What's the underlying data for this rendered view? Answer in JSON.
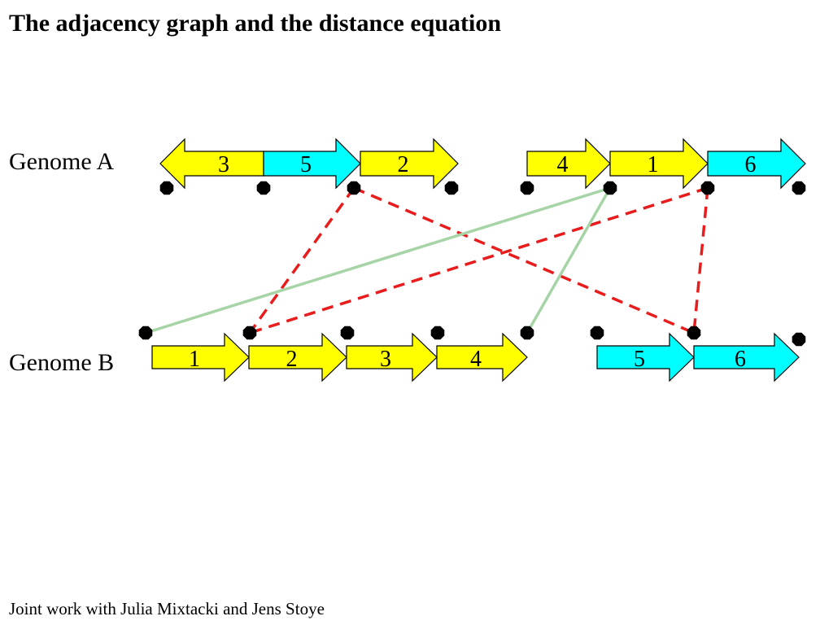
{
  "title": "The adjacency graph and the distance equation",
  "footer": "Joint work with Julia Mixtacki and Jens Stoye",
  "colors": {
    "yellow": "#ffff00",
    "cyan": "#00ffff",
    "edge_red": "#e81c1c",
    "edge_green": "#a6d4a6",
    "node": "#000000"
  },
  "genome_a": {
    "label": "Genome A",
    "genes": [
      {
        "id": "a1",
        "label": "3",
        "color": "yellow",
        "direction": "left"
      },
      {
        "id": "a2",
        "label": "5",
        "color": "cyan",
        "direction": "right"
      },
      {
        "id": "a3",
        "label": "2",
        "color": "yellow",
        "direction": "right"
      },
      {
        "id": "a4",
        "label": "4",
        "color": "yellow",
        "direction": "right"
      },
      {
        "id": "a5",
        "label": "1",
        "color": "yellow",
        "direction": "right"
      },
      {
        "id": "a6",
        "label": "6",
        "color": "cyan",
        "direction": "right"
      }
    ]
  },
  "genome_b": {
    "label": "Genome B",
    "genes": [
      {
        "id": "b1",
        "label": "1",
        "color": "yellow",
        "direction": "right"
      },
      {
        "id": "b2",
        "label": "2",
        "color": "yellow",
        "direction": "right"
      },
      {
        "id": "b3",
        "label": "3",
        "color": "yellow",
        "direction": "right"
      },
      {
        "id": "b4",
        "label": "4",
        "color": "yellow",
        "direction": "right"
      },
      {
        "id": "b5",
        "label": "5",
        "color": "cyan",
        "direction": "right"
      },
      {
        "id": "b6",
        "label": "6",
        "color": "cyan",
        "direction": "right"
      }
    ]
  },
  "adjacency_nodes": {
    "genome_a": [
      "a0",
      "a1",
      "a2",
      "a3",
      "a4",
      "a5",
      "a6",
      "a7"
    ],
    "genome_b": [
      "b0",
      "b1",
      "b2",
      "b3",
      "b4",
      "b5",
      "b6",
      "b7"
    ]
  },
  "edges": [
    {
      "from": "a2",
      "to": "b1",
      "style": "dashed",
      "color": "edge_red"
    },
    {
      "from": "a2",
      "to": "b6",
      "style": "dashed",
      "color": "edge_red"
    },
    {
      "from": "a6",
      "to": "b1",
      "style": "dashed",
      "color": "edge_red"
    },
    {
      "from": "a6",
      "to": "b6",
      "style": "dashed",
      "color": "edge_red"
    },
    {
      "from": "a5",
      "to": "b0",
      "style": "solid",
      "color": "edge_green"
    },
    {
      "from": "a5",
      "to": "b4",
      "style": "solid",
      "color": "edge_green"
    }
  ]
}
